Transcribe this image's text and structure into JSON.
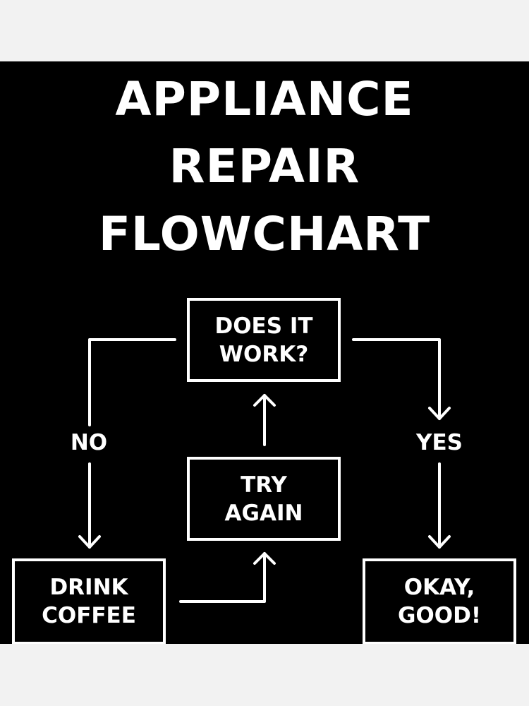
{
  "title": {
    "line1": "APPLIANCE",
    "line2": "REPAIR",
    "line3": "FLOWCHART"
  },
  "nodes": {
    "does_it_work": [
      "DOES IT",
      "WORK?"
    ],
    "try_again": [
      "TRY",
      "AGAIN"
    ],
    "drink_coffee": [
      "DRINK",
      "COFFEE"
    ],
    "okay_good": [
      "OKAY,",
      "GOOD!"
    ]
  },
  "edges": {
    "no": "NO",
    "yes": "YES"
  },
  "colors": {
    "background": "#000000",
    "foreground": "#ffffff",
    "page": "#f2f2f2"
  }
}
